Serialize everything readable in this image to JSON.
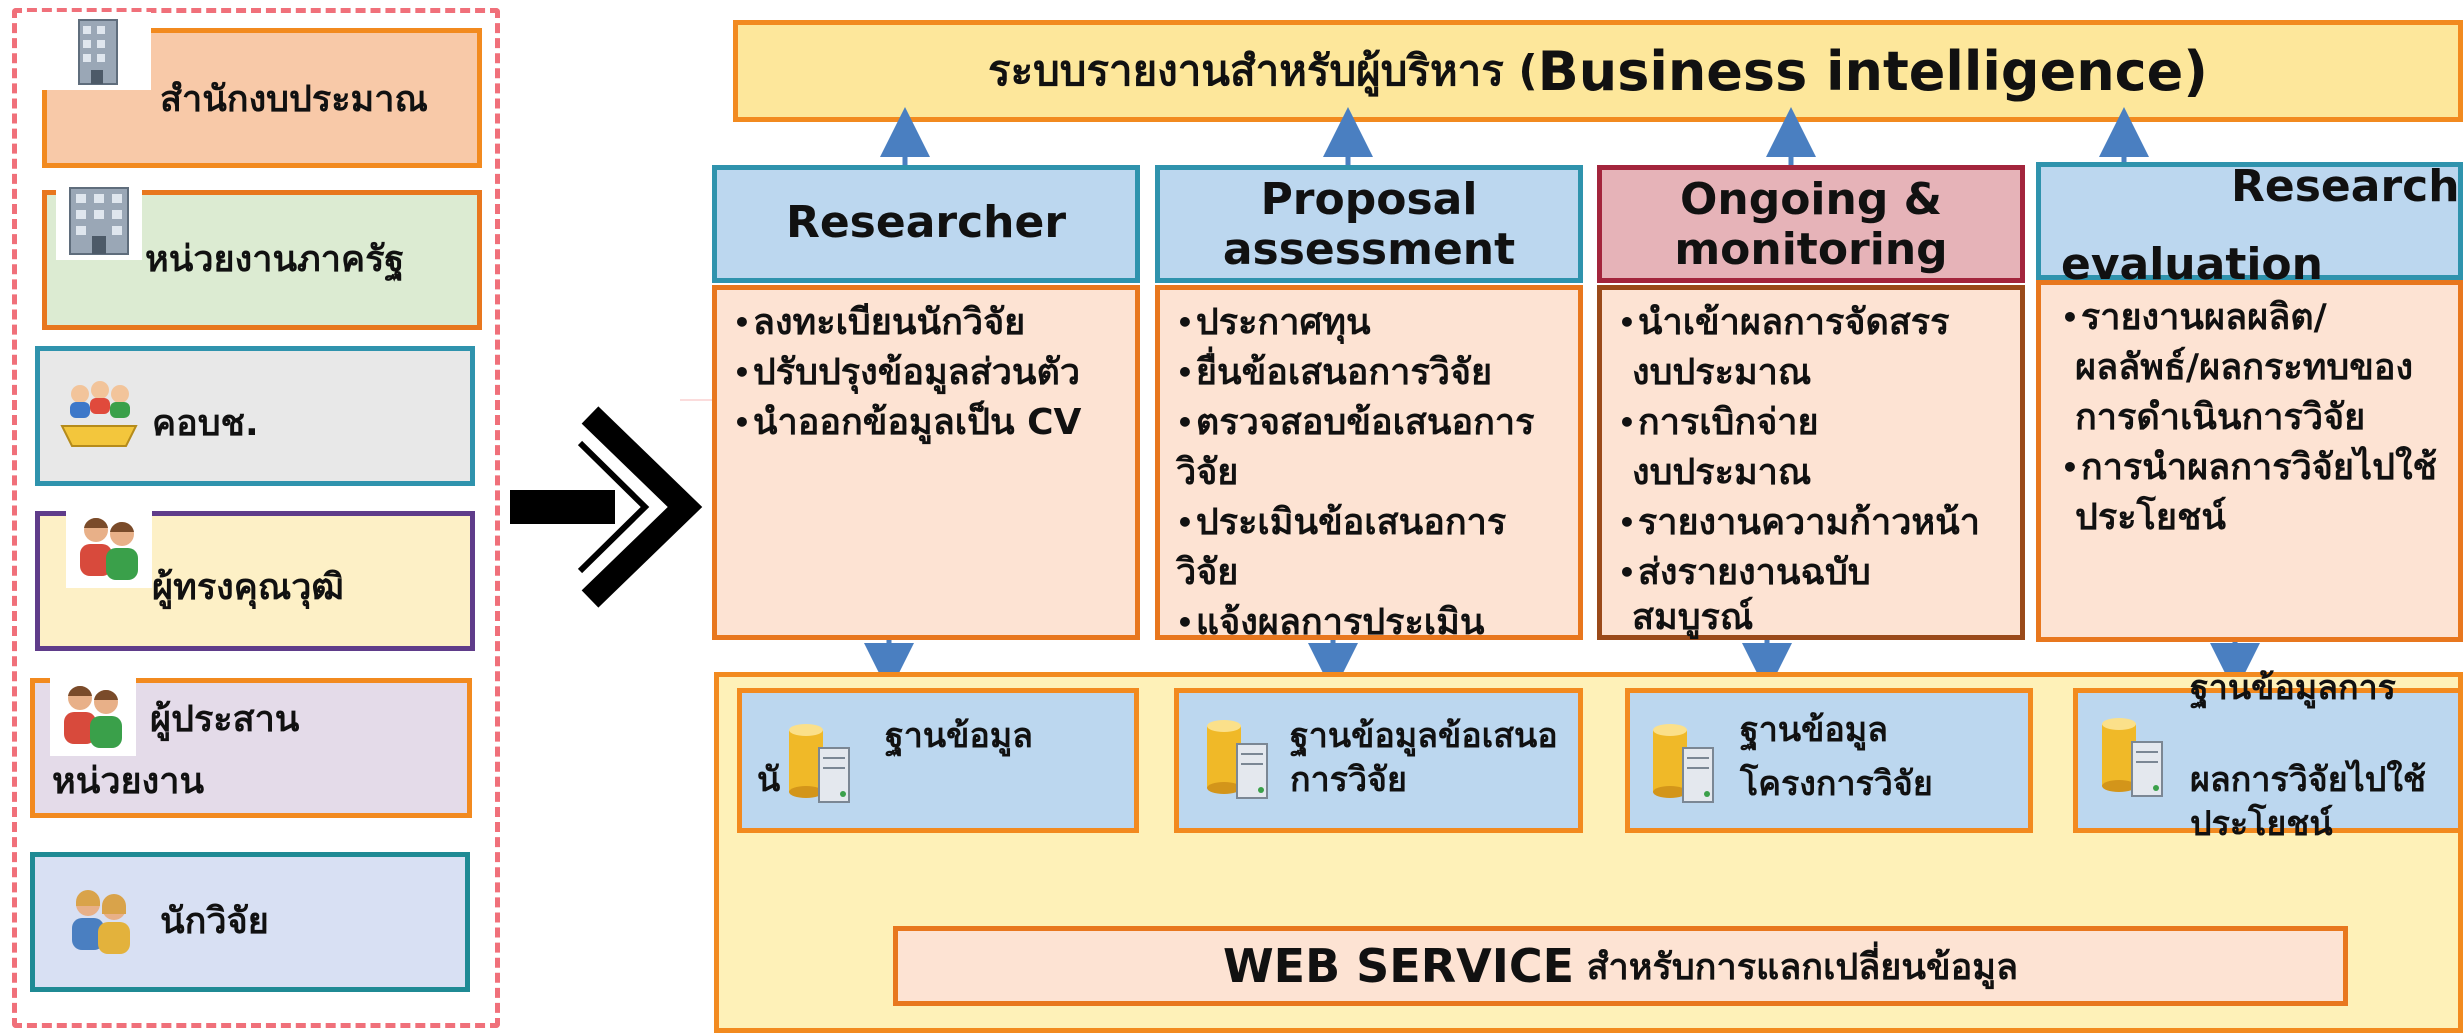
{
  "actors": [
    {
      "label": "สำนักงบประมาณ",
      "icon": "building-icon"
    },
    {
      "label": "หน่วยงานภาครัฐ",
      "icon": "building-icon"
    },
    {
      "label": "คอบช.",
      "icon": "meeting-icon"
    },
    {
      "label": "ผู้ทรงคุณวุฒิ",
      "icon": "people-icon"
    },
    {
      "label_line1": "ผู้ประสาน",
      "label_line2": "หน่วยงาน",
      "icon": "people-icon"
    },
    {
      "label": "นักวิจัย",
      "icon": "people-icon"
    }
  ],
  "bi": {
    "prefix": "ระบบรายงานสำหรับผู้บริหาร (",
    "bold": "Business intelligence)"
  },
  "columns": [
    {
      "header_lines": [
        "Researcher"
      ],
      "bullets": [
        "ลงทะเบียนนักวิจัย",
        "ปรับปรุงข้อมูลส่วนตัว",
        "นำออกข้อมูลเป็น CV"
      ]
    },
    {
      "header_lines": [
        "Proposal",
        "assessment"
      ],
      "bullets": [
        "ประกาศทุน",
        "ยื่นข้อเสนอการวิจัย",
        "ตรวจสอบข้อเสนอการ",
        "วิจัย",
        "ประเมินข้อเสนอการ",
        "วิจัย",
        "แจ้งผลการประเมิน"
      ]
    },
    {
      "header_lines": [
        "Ongoing &",
        "monitoring"
      ],
      "bullets": [
        "นำเข้าผลการจัดสรร",
        "งบประมาณ",
        "การเบิกจ่าย",
        "งบประมาณ",
        "รายงานความก้าวหน้า",
        "ส่งรายงานฉบับ",
        "สมบูรณ์"
      ]
    },
    {
      "header_lines": [
        "Research",
        "evaluation"
      ],
      "bullets": [
        "รายงานผลผลิต/",
        "ผลลัพธ์/ผลกระทบของ",
        "การดำเนินการวิจัย",
        "การนำผลการวิจัยไปใช้",
        "ประโยชน์"
      ]
    }
  ],
  "databases": [
    {
      "lines": [
        "ฐานข้อมูล",
        "นั"
      ]
    },
    {
      "lines": [
        "ฐานข้อมูลข้อเสนอ",
        "การวิจัย"
      ]
    },
    {
      "lines": [
        "ฐานข้อมูล",
        "โครงการวิจัย"
      ]
    },
    {
      "lines": [
        "ฐานข้อมูลการ",
        "ผลการวิจัยไปใช้",
        "ประโยชน์"
      ]
    }
  ],
  "webservice": {
    "bold": "WEB SERVICE",
    "rest": " สำหรับการแลกเปลี่ยนข้อมูล"
  },
  "colors": {
    "orange": "#f28a1f",
    "blue_header": "#bcd7ef",
    "red_header": "#e6b3b8",
    "yellow": "#fde79b",
    "arrow_blue": "#4a7fc1"
  }
}
